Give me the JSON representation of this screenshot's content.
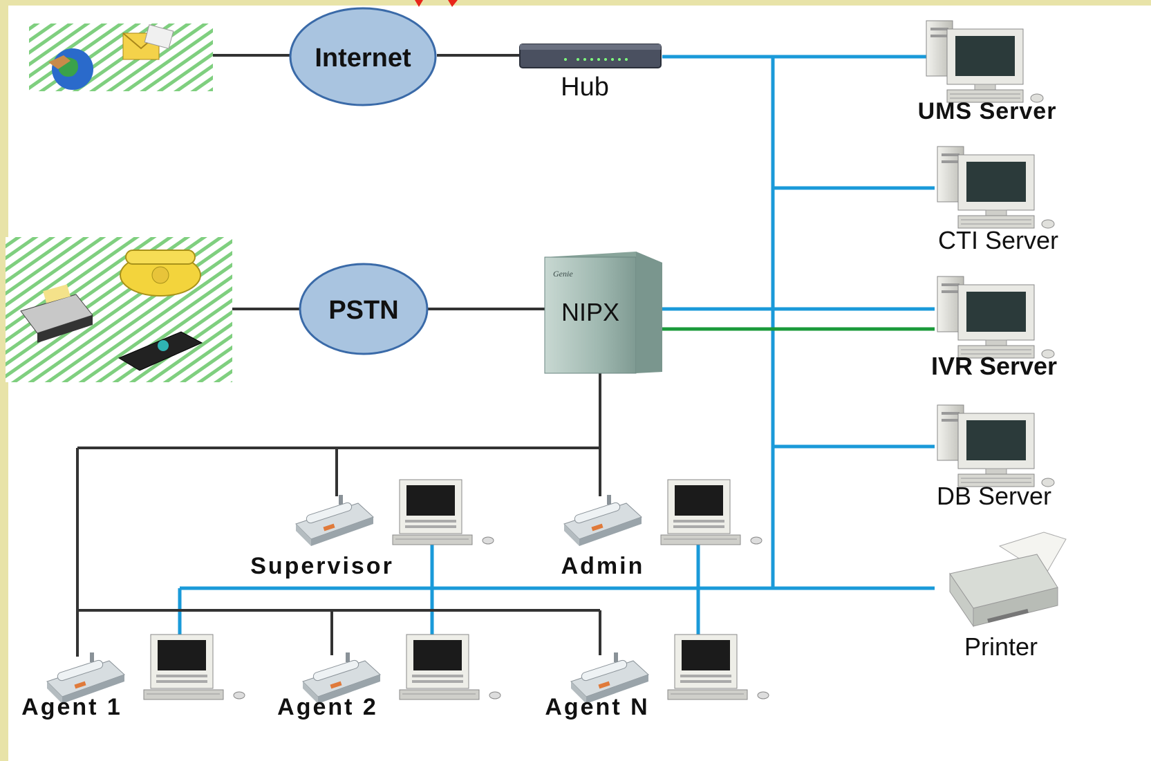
{
  "nodes": {
    "internet": "Internet",
    "pstn": "PSTN",
    "hub": "Hub",
    "nipx": "NIPX",
    "ums_server": "UMS Server",
    "cti_server": "CTI Server",
    "ivr_server": "IVR Server",
    "db_server": "DB Server",
    "printer": "Printer",
    "supervisor": "Supervisor",
    "admin": "Admin",
    "agent1": "Agent 1",
    "agent2": "Agent 2",
    "agentn": "Agent N"
  },
  "colors": {
    "lan_line": "#1a9ad9",
    "phone_line": "#333333",
    "green_line": "#1a9a3a",
    "cloud_fill": "#a9c4e0",
    "cloud_stroke": "#3a6aa8",
    "internet_text": "#1a7acc",
    "pstn_text": "#1a2a7a",
    "hatch": "#7fcf7f"
  },
  "icons": {
    "internet_group": "globe-and-email-icons",
    "pstn_group": "phone-fax-modem-icons",
    "hub": "network-hub-icon",
    "nipx": "server-tower-icon",
    "server": "desktop-computer-icon",
    "printer": "inkjet-printer-icon",
    "phone": "desk-phone-icon"
  }
}
